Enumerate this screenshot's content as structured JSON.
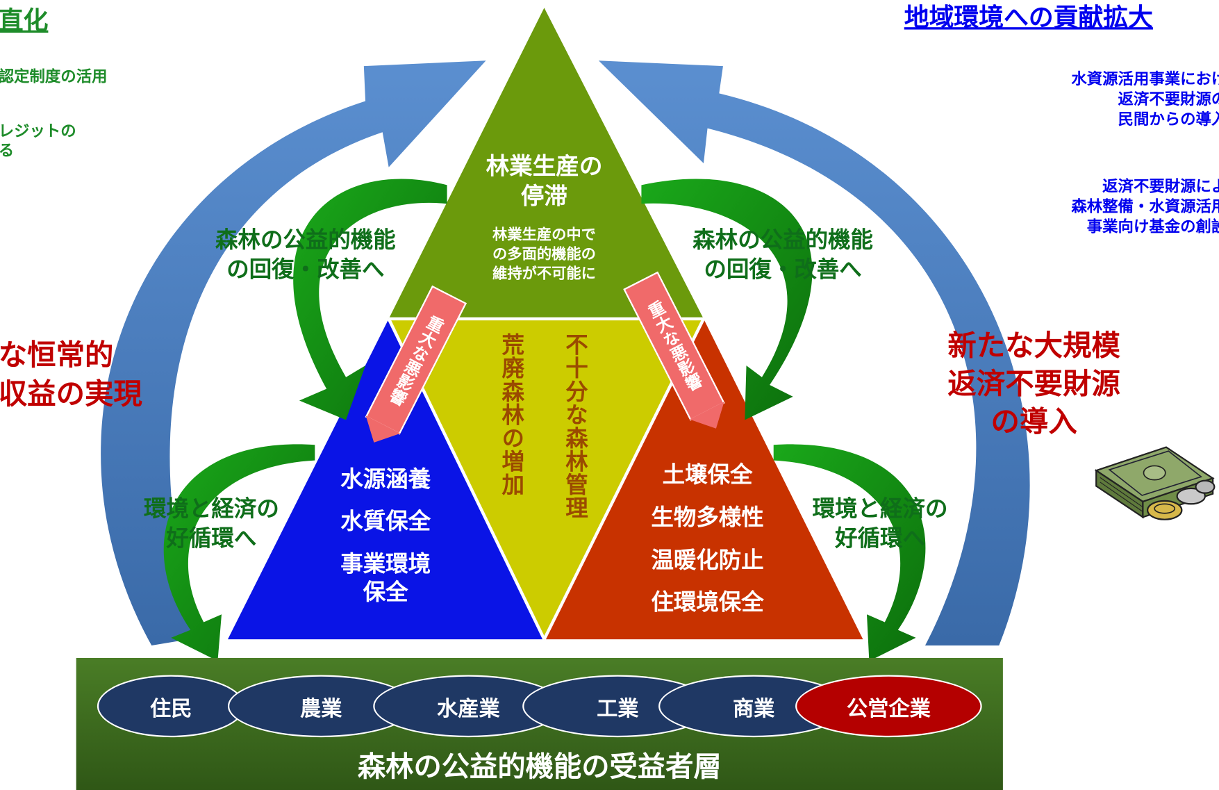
{
  "left": {
    "heading": "直化",
    "items": [
      "認定制度の活用",
      "レジットの\nる"
    ],
    "result": "な恒常的\n収益の実現"
  },
  "right": {
    "heading": "地域環境への貢献拡大",
    "items": [
      "水資源活用事業におけ\n返済不要財源の\n民間からの導入",
      "返済不要財源によ\n森林整備・水資源活用\n事業向け基金の創設"
    ],
    "result": "新たな大規模\n返済不要財源\nの導入"
  },
  "top_triangle": {
    "title": "林業生産の\n停滞",
    "body": "林業生産の中で\nの多面的機能の\n維持が不可能に"
  },
  "center_triangle": {
    "col1": "荒廃森林の増加",
    "col2": "不十分な森林管理"
  },
  "left_triangle": {
    "lines": [
      "水源涵養",
      "水質保全",
      "事業環境\n保全"
    ]
  },
  "right_triangle": {
    "lines": [
      "土壌保全",
      "生物多様性",
      "温暖化防止",
      "住環境保全"
    ]
  },
  "badges": {
    "left": "重大な悪影響",
    "right": "重大な悪影響"
  },
  "arrow_labels": {
    "upper_left": "森林の公益的機能\nの回復・改善へ",
    "upper_right": "森林の公益的機能\nの回復・改善へ",
    "lower_left": "環境と経済の\n好循環へ",
    "lower_right": "環境と経済の\n好循環へ"
  },
  "beneficiaries": {
    "caption": "森林の公益的機能の受益者層",
    "groups": [
      "住民",
      "農業",
      "水産業",
      "工業",
      "商業",
      "公営企業"
    ]
  },
  "icons": [
    "money-stack-icon",
    "coins-icon"
  ],
  "colors": {
    "top_triangle": "#6b9a0c",
    "center_triangle": "#cccc00",
    "left_triangle": "#0a14e6",
    "right_triangle": "#c83200",
    "outer_arrows": "#4f7fbf",
    "green_arrows": "#138a13",
    "base_band": "#3e6b1e",
    "oval_default": "#1f3864",
    "oval_highlight": "#b40000",
    "badge": "#f06a6a"
  }
}
